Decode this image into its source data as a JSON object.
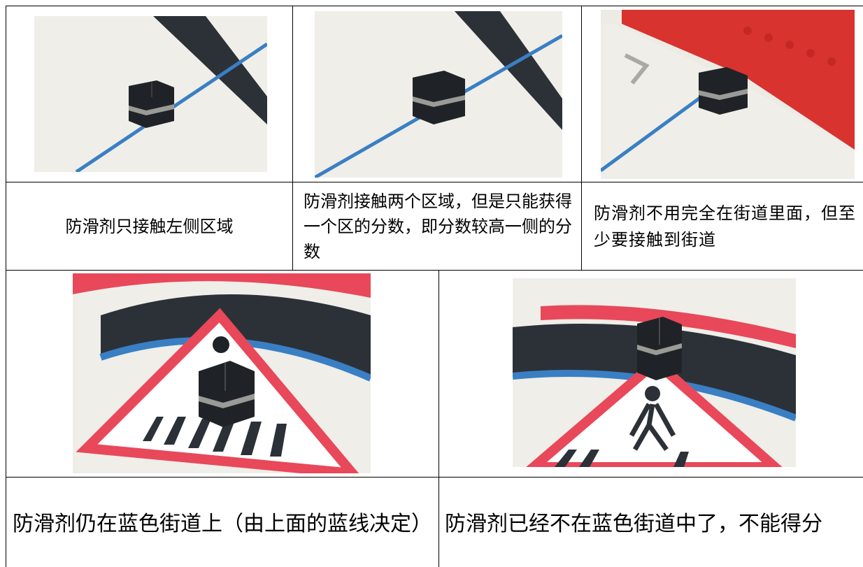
{
  "table": {
    "row1": {
      "captions": [
        "防滑剂只接触左侧区域",
        "防滑剂接触两个区域，但是只能获得一个区的分数，即分数较高一侧的分数",
        "防滑剂不用完全在街道里面，但至少要接触到街道"
      ]
    },
    "row2": {
      "captions": [
        "防滑剂仍在蓝色街道上（由上面的蓝线决定）",
        "防滑剂已经不在蓝色街道中了，不能得分"
      ]
    }
  },
  "colors": {
    "mat": "#efeee8",
    "dark_road": "#2c3138",
    "blue_line": "#3a7fc4",
    "red_line": "#e8485a",
    "lego_red": "#d8332f",
    "cube_dark": "#1f2328",
    "cube_gray": "#9a9a96"
  }
}
